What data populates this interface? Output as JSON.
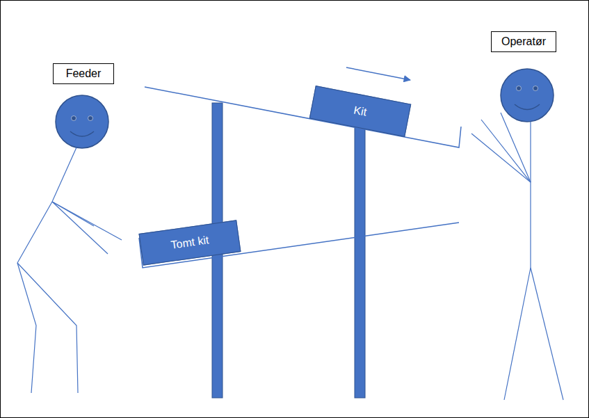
{
  "diagram": {
    "nodes": [
      {
        "text": [
          "Operatør"
        ]
      },
      {
        "text": [
          "Feeder"
        ]
      },
      {
        "text": [
          "Kit"
        ]
      },
      {
        "text": [
          "Tomt kit"
        ]
      }
    ]
  }
}
